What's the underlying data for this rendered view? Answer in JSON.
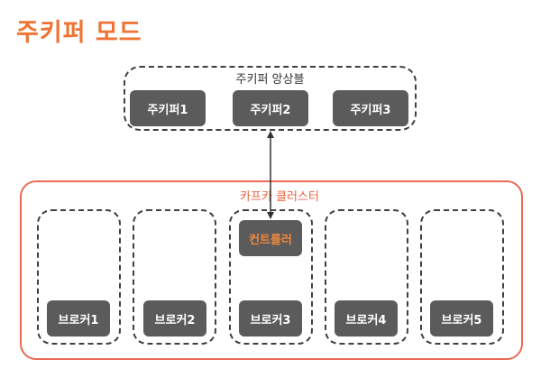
{
  "title": "주키퍼 모드",
  "ensemble": {
    "label": "주키퍼 앙상블",
    "nodes": [
      "주키퍼1",
      "주키퍼2",
      "주키퍼3"
    ]
  },
  "cluster": {
    "label": "카프카 클러스터",
    "controller": "컨트롤러",
    "brokers": [
      "브로커1",
      "브로커2",
      "브로커3",
      "브로커4",
      "브로커5"
    ]
  },
  "colors": {
    "accent": "#ee7433",
    "node": "#5b5b5b",
    "cluster_border": "#ea6a53",
    "dashed_border": "#3f3f3f"
  }
}
